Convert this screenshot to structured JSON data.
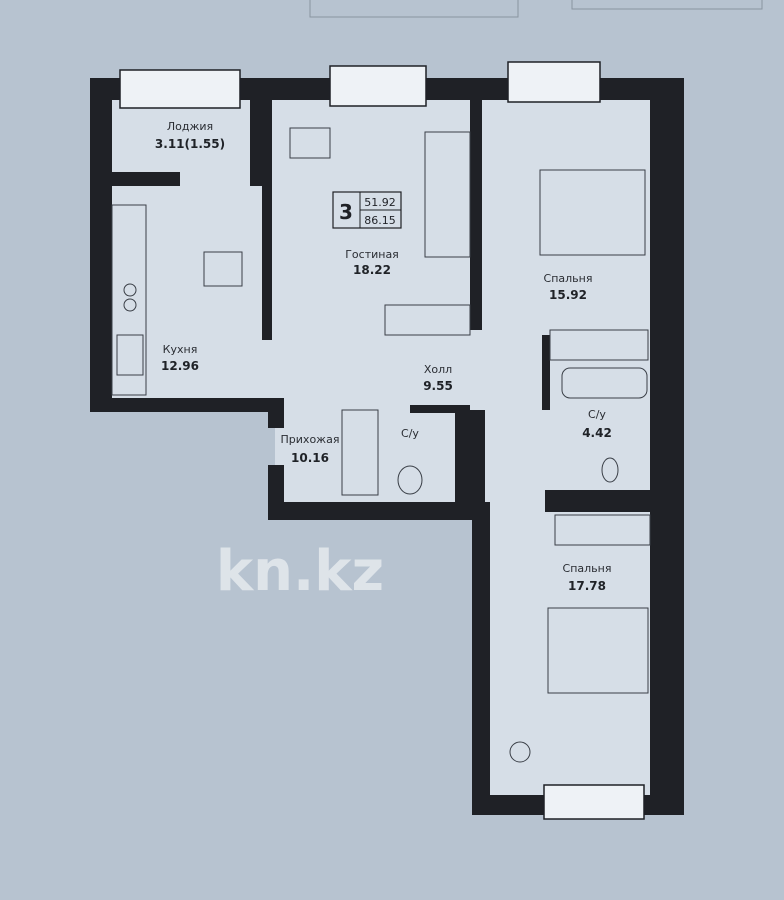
{
  "plan": {
    "rooms_count": "3",
    "living_area": "51.92",
    "total_area": "86.15",
    "rooms": [
      {
        "name": "Лоджия",
        "area": "3.11(1.55)"
      },
      {
        "name": "Гостиная",
        "area": "18.22"
      },
      {
        "name": "Спальня",
        "area": "15.92"
      },
      {
        "name": "Кухня",
        "area": "12.96"
      },
      {
        "name": "Холл",
        "area": "9.55"
      },
      {
        "name": "С/у",
        "area": "4.42"
      },
      {
        "name": "Прихожая",
        "area": "10.16"
      },
      {
        "name": "С/у",
        "area": ""
      },
      {
        "name": "Спальня",
        "area": "17.78"
      }
    ]
  },
  "watermark": "kn.kz",
  "colors": {
    "paper": "#b7c3d0",
    "floor": "#d6dee7",
    "wall": "#1f2126"
  }
}
